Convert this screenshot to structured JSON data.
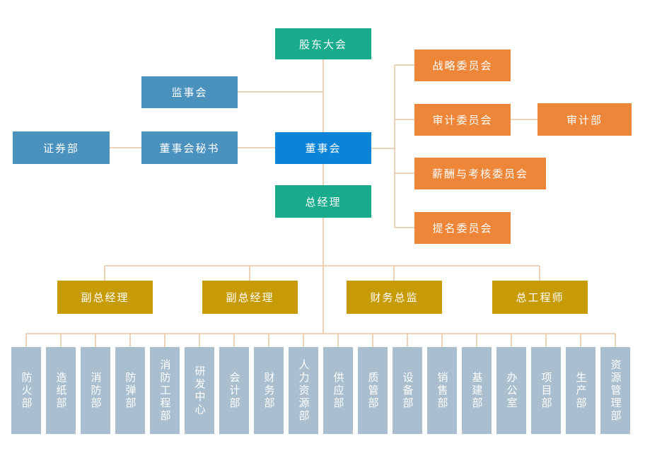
{
  "diagram": {
    "type": "org-chart",
    "palette": {
      "teal": "#1aab8c",
      "steel_blue": "#4a91bd",
      "bright_blue": "#0b84d8",
      "orange": "#ee8639",
      "gold": "#c79b06",
      "gray_blue": "#a9bece",
      "connector_line": "#e8c4a0",
      "text": "#ffffff"
    },
    "nodes": {
      "shareholders_meeting": "股东大会",
      "supervisory_board": "监事会",
      "securities_dept": "证券部",
      "board_secretary": "董事会秘书",
      "board_of_directors": "董事会",
      "general_manager": "总经理",
      "strategy_committee": "战略委员会",
      "audit_committee": "审计委员会",
      "audit_dept": "审计部",
      "compensation_committee": "薪酬与考核委员会",
      "nomination_committee": "提名委员会",
      "deputy_gm_1": "副总经理",
      "deputy_gm_2": "副总经理",
      "finance_director": "财务总监",
      "chief_engineer": "总工程师"
    },
    "departments": [
      "防火部",
      "造纸部",
      "消防部",
      "防弹部",
      "消防工程部",
      "研发中心",
      "会计部",
      "财务部",
      "人力资源部",
      "供应部",
      "质管部",
      "设备部",
      "销售部",
      "基建部",
      "办公室",
      "项目部",
      "生产部",
      "资源管理部"
    ]
  }
}
